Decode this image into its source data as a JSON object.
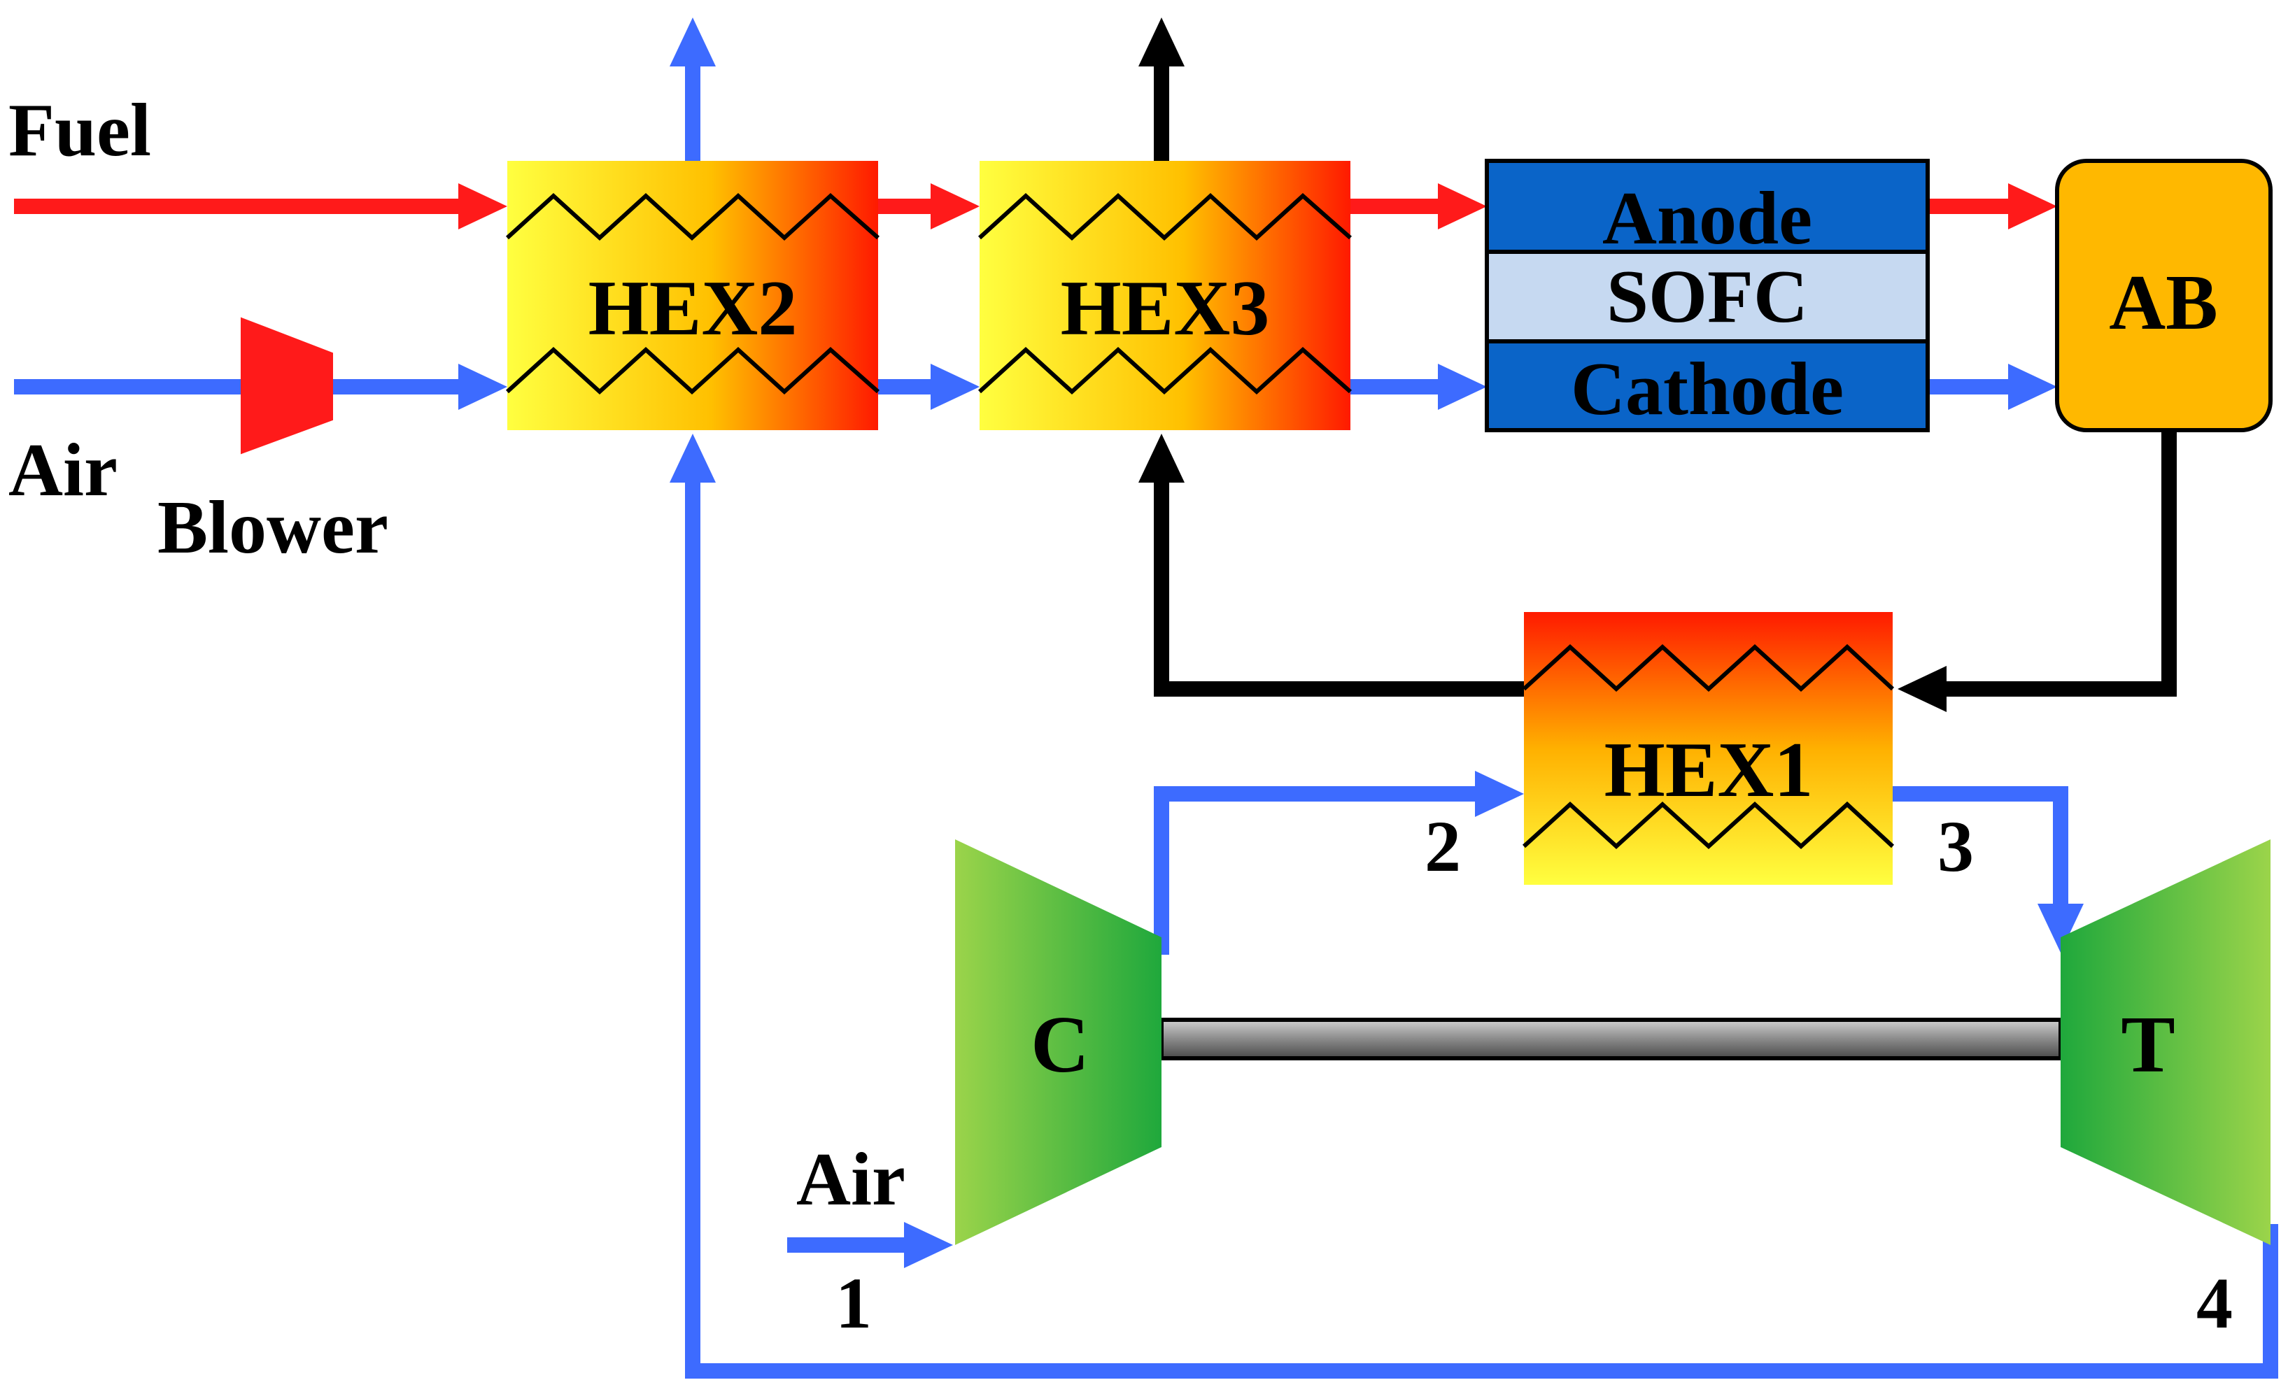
{
  "labels": {
    "fuel": "Fuel",
    "air_left": "Air",
    "blower": "Blower",
    "hex2": "HEX2",
    "hex3": "HEX3",
    "hex1": "HEX1",
    "anode": "Anode",
    "sofc": "SOFC",
    "cathode": "Cathode",
    "ab": "AB",
    "compressor": "C",
    "turbine": "T",
    "air_bottom": "Air",
    "state_1": "1",
    "state_2": "2",
    "state_3": "3",
    "state_4": "4"
  },
  "colors": {
    "fuel_stream": "#ff1a1a",
    "air_stream": "#3d6bff",
    "exhaust_stream": "#000000",
    "hex_gradient": [
      "#ffff33",
      "#ff1a00"
    ],
    "sofc_layer": "#0a64c8",
    "sofc_middle": "#c6d9f1",
    "afterburner": "#ffb800",
    "compressor_turbine": [
      "#9bd44a",
      "#1fa83c"
    ],
    "shaft": "#8a8a8a"
  }
}
